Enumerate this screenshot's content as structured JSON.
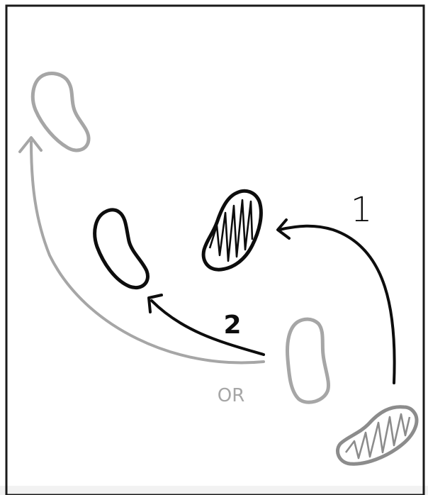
{
  "colors": {
    "background": "#ffffff",
    "border": "#1a1a1a",
    "dark": "#0d0d0d",
    "grey": "#8c8c8c",
    "light_grey": "#a6a6a6",
    "bottom_band": "#f2f2f2"
  },
  "labels": {
    "step_one": "1",
    "step_two": "2",
    "alternative": "OR"
  }
}
